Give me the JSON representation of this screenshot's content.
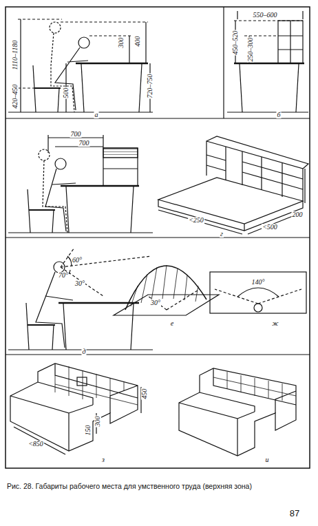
{
  "diagram": {
    "caption": "Рис. 28. Габариты рабочего места для умственного труда (верхняя зона)",
    "labels": [
      "1110–1180",
      "420–450",
      "300",
      "400",
      "500",
      "720–750",
      "а",
      "550–600",
      "450–520",
      "250–300",
      "б",
      "700",
      "700",
      "<250",
      "<500",
      "200",
      "г",
      "60°",
      "70°",
      "30°",
      "30°",
      "д",
      "е",
      "140°",
      "ж",
      "450",
      "300",
      "150",
      "<850",
      "з",
      "и",
      "87"
    ]
  }
}
